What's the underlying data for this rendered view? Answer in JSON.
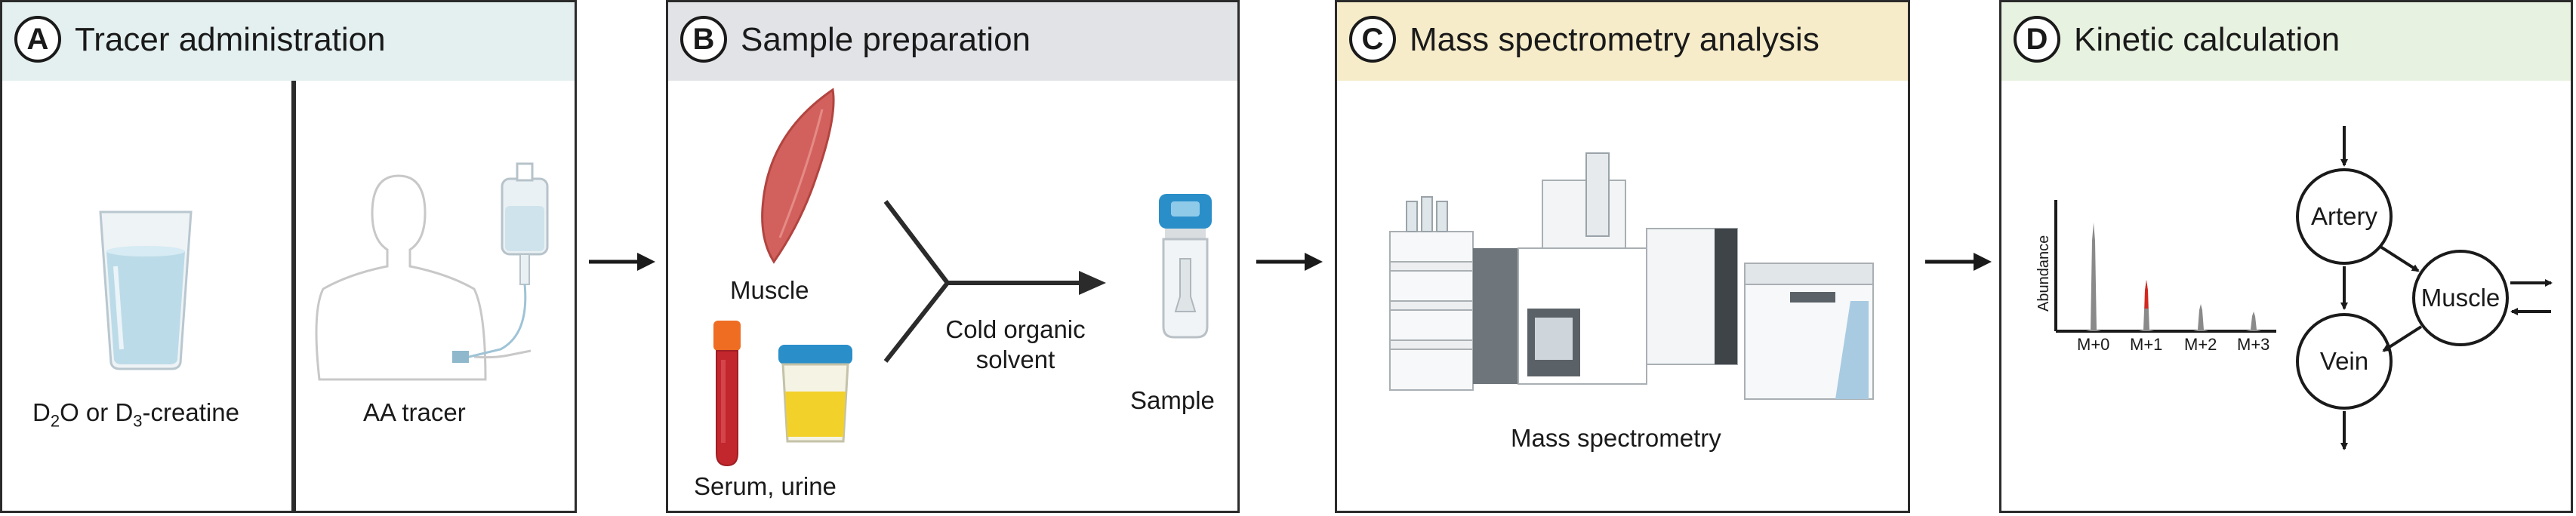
{
  "panels": [
    {
      "letter": "A",
      "title": "Tracer administration",
      "head_color": "#e4f0ef"
    },
    {
      "letter": "B",
      "title": "Sample preparation",
      "head_color": "#e1e3e7"
    },
    {
      "letter": "C",
      "title": "Mass spectrometry analysis",
      "head_color": "#f6ecca"
    },
    {
      "letter": "D",
      "title": "Kinetic calculation",
      "head_color": "#e8f2e0"
    }
  ],
  "panel_a": {
    "tracer1": {
      "p1": "D",
      "s1": "2",
      "p2": "O or D",
      "s2": "3",
      "p3": "-creatine"
    },
    "tracer2": "AA tracer"
  },
  "panel_b": {
    "muscle": "Muscle",
    "serum": "Serum, urine",
    "solvent_line1": "Cold organic",
    "solvent_line2": "solvent",
    "sample": "Sample"
  },
  "panel_c": {
    "instrument": "Mass spectrometry"
  },
  "panel_d": {
    "ylabel": "Abundance",
    "isotopes": [
      "M+0",
      "M+1",
      "M+2",
      "M+3"
    ],
    "nodes": {
      "artery": "Artery",
      "muscle": "Muscle",
      "vein": "Vein"
    }
  },
  "colors": {
    "highlight_peak": "#d7261e",
    "peak": "#8a8a8a",
    "border": "#2b2b2b"
  }
}
